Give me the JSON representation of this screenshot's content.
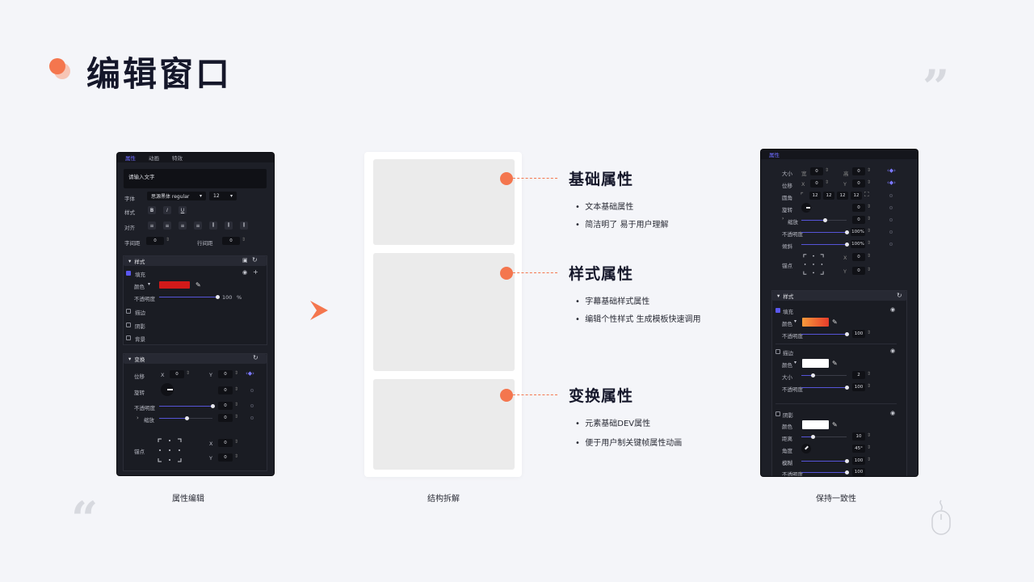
{
  "header": {
    "title": "编辑窗口"
  },
  "colors": {
    "accent": "#f4764e",
    "panel_bg": "#1d1f27",
    "highlight": "#6e6bff"
  },
  "left_panel": {
    "tabs": [
      "属性",
      "动画",
      "特效"
    ],
    "text_placeholder": "请输入文字",
    "font_label": "字体",
    "font_value": "思源黑体 regular",
    "font_size": "12",
    "style_label": "样式",
    "style_buttons": [
      "B",
      "I",
      "U"
    ],
    "align_label": "对齐",
    "letter_spacing_label": "字间距",
    "letter_spacing_value": "0",
    "line_spacing_label": "行间距",
    "line_spacing_value": "0",
    "style_section": {
      "title": "样式",
      "fill_label": "填充",
      "color_label": "颜色",
      "fill_color": "#d21a1a",
      "opacity_label": "不透明度",
      "opacity_value": "100",
      "percent": "%",
      "stroke_label": "描边",
      "shadow_label": "阴影",
      "background_label": "背景"
    },
    "transform_section": {
      "title": "变换",
      "position_label": "位移",
      "x_label": "X",
      "x_value": "0",
      "y_label": "Y",
      "y_value": "0",
      "rotate_label": "旋转",
      "rotate_value": "0",
      "opacity_label": "不透明度",
      "opacity_value": "0",
      "scale_label": "缩放",
      "scale_value": "0",
      "anchor_label": "锚点",
      "anchor_x_label": "X",
      "anchor_x_value": "0",
      "anchor_y_label": "Y",
      "anchor_y_value": "0"
    }
  },
  "right_panel": {
    "tab": "属性",
    "size_label": "大小",
    "width_label": "宽",
    "width_value": "0",
    "height_label": "高",
    "height_value": "0",
    "position_label": "位移",
    "x_label": "X",
    "x_value": "0",
    "y_label": "Y",
    "y_value": "0",
    "radius_label": "圆角",
    "radius_values": [
      "12",
      "12",
      "12",
      "12"
    ],
    "rotate_label": "旋转",
    "rotate_value": "0",
    "scale_label": "缩放",
    "scale_value": "0",
    "opacity_label": "不透明度",
    "opacity_value": "100%",
    "skew_label": "倾斜",
    "skew_value": "100%",
    "anchor_label": "锚点",
    "anchor_x_label": "X",
    "anchor_x_value": "0",
    "anchor_y_label": "Y",
    "anchor_y_value": "0",
    "style_section": {
      "title": "样式",
      "fill_label": "填充",
      "color_label": "颜色",
      "fill_opacity_label": "不透明度",
      "fill_opacity_value": "100",
      "stroke_label": "描边",
      "stroke_color_label": "颜色",
      "stroke_size_label": "大小",
      "stroke_size_value": "2",
      "stroke_opacity_label": "不透明度",
      "stroke_opacity_value": "100",
      "shadow_label": "阴影",
      "shadow_color_label": "颜色",
      "distance_label": "距离",
      "distance_value": "10",
      "angle_label": "角度",
      "angle_value": "45°",
      "blur_label": "模糊",
      "blur_value": "100",
      "shadow_opacity_label": "不透明度",
      "shadow_opacity_value": "100"
    }
  },
  "callouts": [
    {
      "title": "基础属性",
      "bullets": [
        "文本基础属性",
        "简洁明了 易于用户理解"
      ]
    },
    {
      "title": "样式属性",
      "bullets": [
        "字幕基础样式属性",
        "编辑个性样式 生成模板快速调用"
      ]
    },
    {
      "title": "变换属性",
      "bullets": [
        "元素基础DEV属性",
        "便于用户制关键帧属性动画"
      ]
    }
  ],
  "captions": {
    "left": "属性编辑",
    "middle": "结构拆解",
    "right": "保持一致性"
  }
}
